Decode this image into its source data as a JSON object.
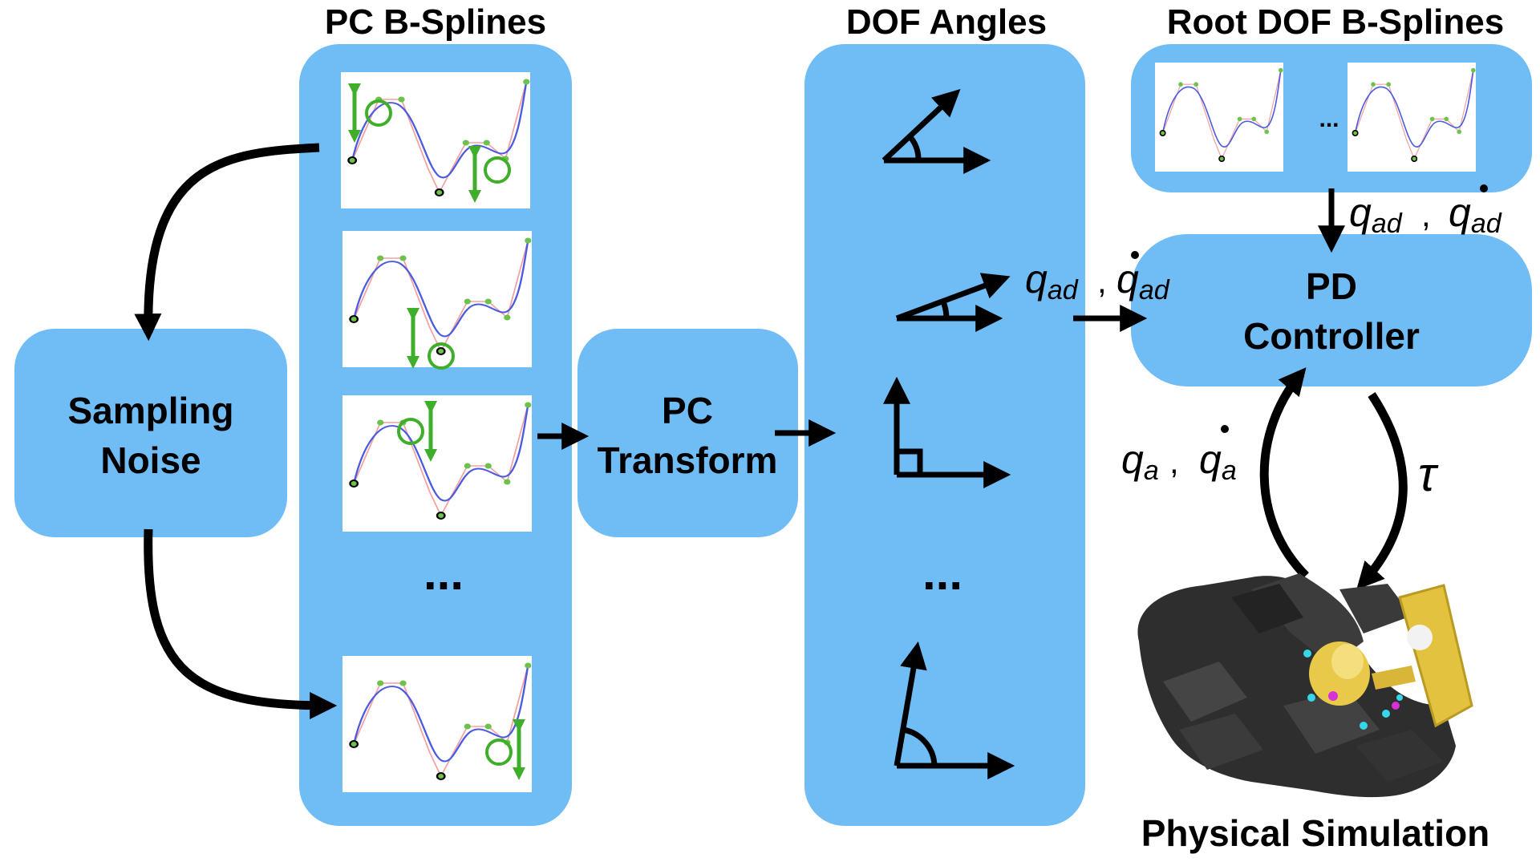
{
  "colors": {
    "box": "#70BCF5",
    "stroke": "#000000",
    "curve": "#4B5BE0",
    "ctrl": "#6CC24A",
    "ctrl_line": "#F4A0A0",
    "edit": "#3FAE2A"
  },
  "titles": {
    "pc_bsplines": "PC B-Splines",
    "dof_angles": "DOF Angles",
    "root_dof_bsplines": "Root DOF B-Splines",
    "physical_simulation": "Physical Simulation"
  },
  "nodes": {
    "sampling_noise": [
      "Sampling",
      "Noise"
    ],
    "pc_transform": [
      "PC",
      "Transform"
    ],
    "pd_controller": [
      "PD",
      "Controller"
    ]
  },
  "ellipsis": "...",
  "labels": {
    "q_ad": "q",
    "ad_sub": "ad",
    "q_a": "q",
    "a_sub": "a",
    "sep": ",",
    "tau": "τ"
  }
}
